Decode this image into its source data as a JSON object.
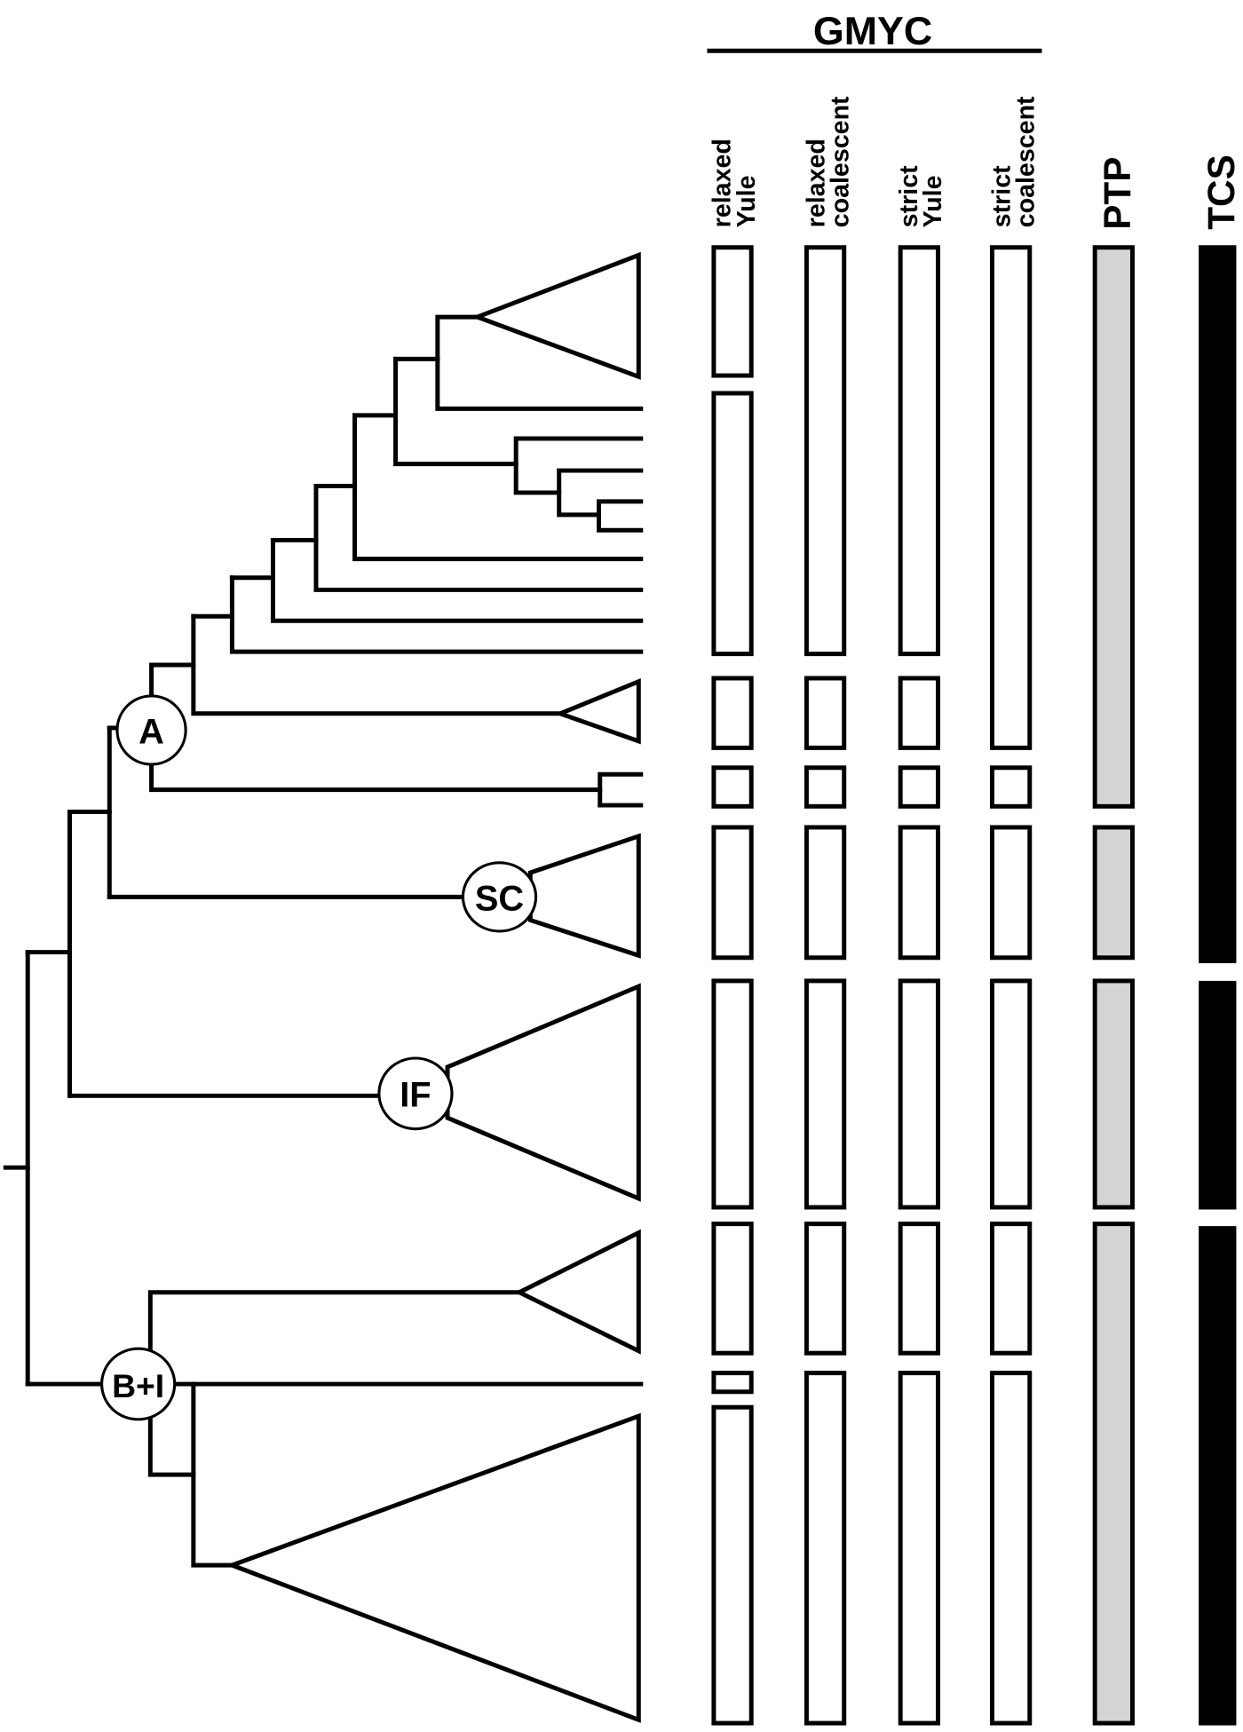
{
  "header": {
    "group_label": "GMYC",
    "columns": [
      {
        "line1": "relaxed",
        "line2": "Yule"
      },
      {
        "line1": "relaxed",
        "line2": "coalescent"
      },
      {
        "line1": "strict",
        "line2": "Yule"
      },
      {
        "line1": "strict",
        "line2": "coalescent"
      },
      {
        "line1": "PTP"
      },
      {
        "line1": "TCS"
      }
    ]
  },
  "nodes": {
    "a": "A",
    "sc": "SC",
    "if": "IF",
    "bi": "B+I"
  },
  "colors": {
    "lines": "#000000",
    "gmyc_box_fill": "#ffffff",
    "ptp_box_fill": "#d4d4d4",
    "tcs_box_fill": "#000000"
  }
}
